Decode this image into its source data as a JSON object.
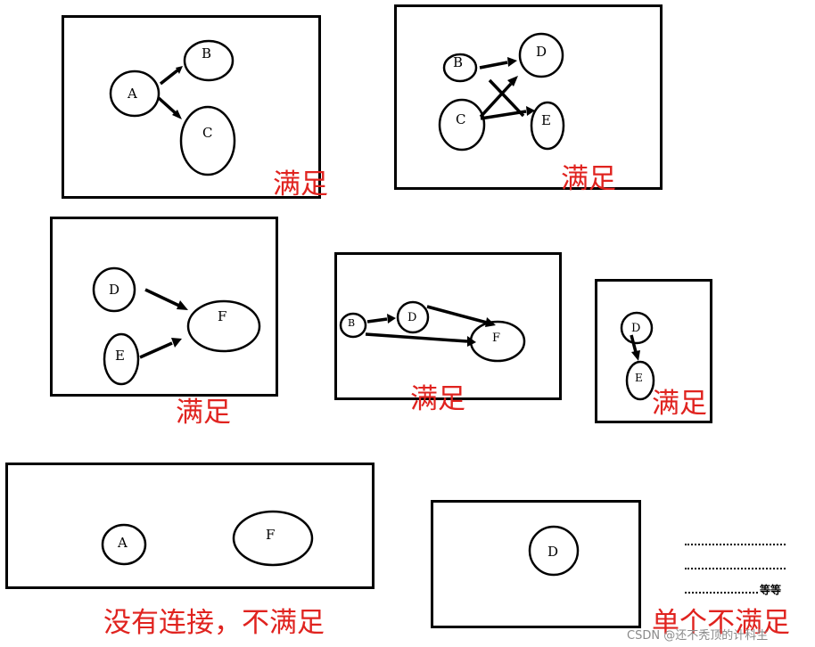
{
  "panels": [
    {
      "caption": "满足",
      "nodes": [
        {
          "label": "A"
        },
        {
          "label": "B"
        },
        {
          "label": "C"
        }
      ],
      "edges": [
        {
          "from": "A",
          "to": "B"
        },
        {
          "from": "A",
          "to": "C"
        }
      ]
    },
    {
      "caption": "满足",
      "nodes": [
        {
          "label": "B"
        },
        {
          "label": "C"
        },
        {
          "label": "D"
        },
        {
          "label": "E"
        }
      ],
      "edges": [
        {
          "from": "B",
          "to": "D"
        },
        {
          "from": "C",
          "to": "D"
        },
        {
          "from": "C",
          "to": "E"
        }
      ]
    },
    {
      "caption": "满足",
      "nodes": [
        {
          "label": "D"
        },
        {
          "label": "E"
        },
        {
          "label": "F"
        }
      ],
      "edges": [
        {
          "from": "D",
          "to": "F"
        },
        {
          "from": "E",
          "to": "F"
        }
      ]
    },
    {
      "caption": "满足",
      "nodes": [
        {
          "label": "B"
        },
        {
          "label": "D"
        },
        {
          "label": "F"
        }
      ],
      "edges": [
        {
          "from": "B",
          "to": "D"
        },
        {
          "from": "D",
          "to": "F"
        },
        {
          "from": "B",
          "to": "F"
        }
      ]
    },
    {
      "caption": "满足",
      "nodes": [
        {
          "label": "D"
        },
        {
          "label": "E"
        }
      ],
      "edges": [
        {
          "from": "D",
          "to": "E"
        }
      ]
    },
    {
      "caption": "没有连接，不满足",
      "nodes": [
        {
          "label": "A"
        },
        {
          "label": "F"
        }
      ],
      "edges": []
    },
    {
      "caption": "单个不满足",
      "nodes": [
        {
          "label": "D"
        }
      ],
      "edges": []
    }
  ],
  "etc_label": "等等",
  "watermark": "CSDN @还不秃顶的计科生",
  "colors": {
    "caption": "#e0231f",
    "line": "#000000"
  }
}
